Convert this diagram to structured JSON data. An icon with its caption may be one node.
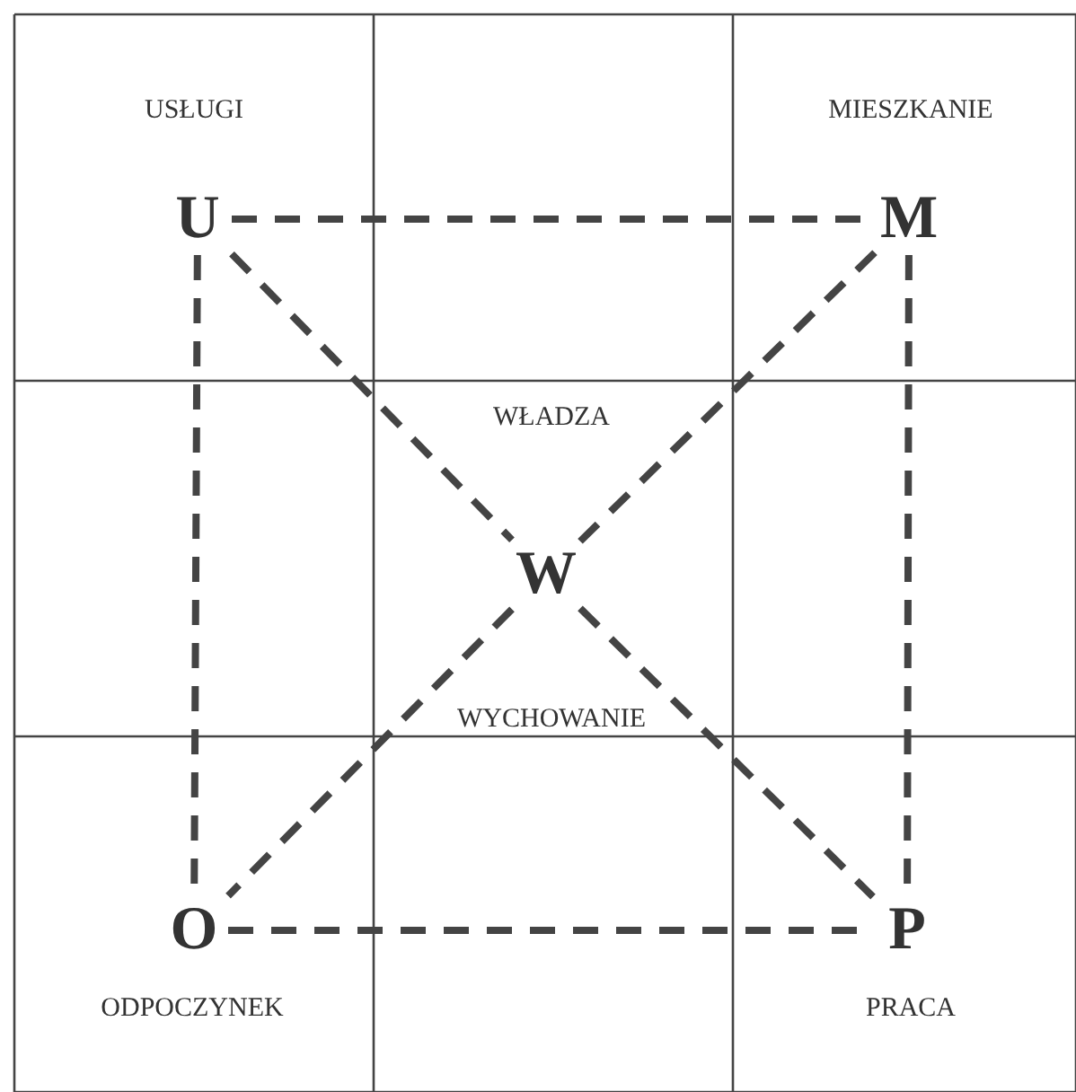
{
  "diagram": {
    "nodes": [
      {
        "text": [
          "U"
        ],
        "beside": [
          "USŁUGI"
        ]
      },
      {
        "text": [
          "M"
        ],
        "beside": [
          "MIESZKANIE"
        ]
      },
      {
        "text": [
          "W"
        ]
      },
      {
        "text": [
          "O"
        ],
        "beside": [
          "ODPOCZYNEK"
        ]
      },
      {
        "text": [
          "P"
        ],
        "beside": [
          "PRACA"
        ]
      }
    ],
    "edges": [
      {
        "from": 0,
        "to": 1,
        "arrow": "none",
        "style": "dashed"
      },
      {
        "from": 0,
        "to": 3,
        "arrow": "none",
        "style": "dashed"
      },
      {
        "from": 1,
        "to": 4,
        "arrow": "none",
        "style": "dashed"
      },
      {
        "from": 3,
        "to": 4,
        "arrow": "none",
        "style": "dashed"
      },
      {
        "from": 0,
        "to": 2,
        "arrow": "none",
        "style": "dashed"
      },
      {
        "from": 1,
        "to": 2,
        "arrow": "none",
        "style": "dashed"
      },
      {
        "from": 2,
        "to": 3,
        "arrow": "none",
        "style": "dashed"
      },
      {
        "from": 2,
        "to": 4,
        "arrow": "none",
        "style": "dashed"
      }
    ],
    "labels": [
      "WŁADZA",
      "WYCHOWANIE"
    ]
  }
}
